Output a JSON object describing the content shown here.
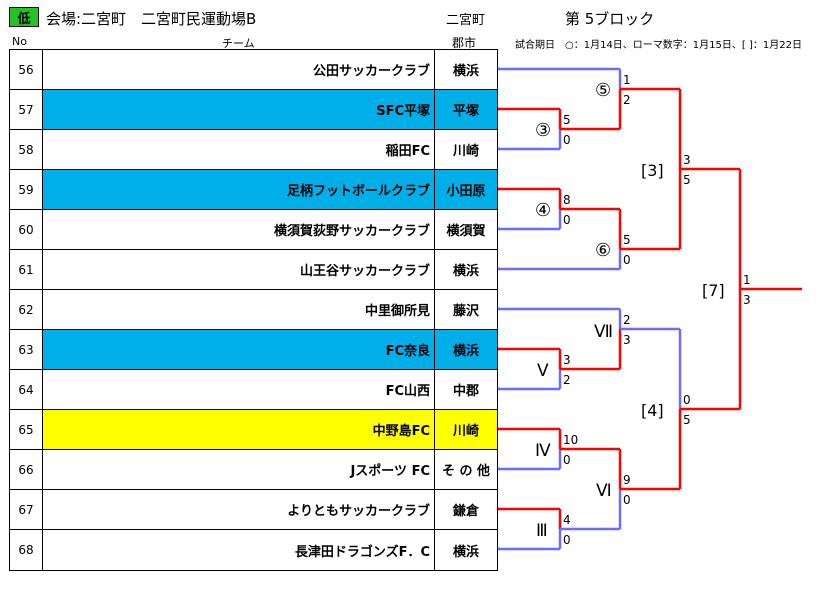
{
  "header": {
    "badge": "低",
    "venue": "会場:二宮町　二宮町民運動場B",
    "town": "二宮町",
    "block": "第 5ブロック",
    "schedule_note": "試合期日　○：1月14日、ローマ数字：1月15日、[ ]：1月22日"
  },
  "columns": {
    "no": "No",
    "team": "チーム",
    "city": "郡市"
  },
  "colors": {
    "blue_highlight": "#00aee8",
    "yellow_highlight": "#ffff00",
    "winner_line": "#ff0000",
    "loser_line": "#6c6cff",
    "badge": "#22c322"
  },
  "teams": [
    {
      "no": "56",
      "name": "公田サッカークラブ",
      "city": "横浜",
      "hl": ""
    },
    {
      "no": "57",
      "name": "SFC平塚",
      "city": "平塚",
      "hl": "blue"
    },
    {
      "no": "58",
      "name": "稲田FC",
      "city": "川崎",
      "hl": ""
    },
    {
      "no": "59",
      "name": "足柄フットボールクラブ",
      "city": "小田原",
      "hl": "blue"
    },
    {
      "no": "60",
      "name": "横須賀荻野サッカークラブ",
      "city": "横須賀",
      "hl": ""
    },
    {
      "no": "61",
      "name": "山王谷サッカークラブ",
      "city": "横浜",
      "hl": ""
    },
    {
      "no": "62",
      "name": "中里御所見",
      "city": "藤沢",
      "hl": ""
    },
    {
      "no": "63",
      "name": "FC奈良",
      "city": "横浜",
      "hl": "blue"
    },
    {
      "no": "64",
      "name": "FC山西",
      "city": "中郡",
      "hl": ""
    },
    {
      "no": "65",
      "name": "中野島FC",
      "city": "川崎",
      "hl": "yellow"
    },
    {
      "no": "66",
      "name": "Jスポーツ FC",
      "city": "そ の 他",
      "hl": ""
    },
    {
      "no": "67",
      "name": "よりともサッカークラブ",
      "city": "鎌倉",
      "hl": ""
    },
    {
      "no": "68",
      "name": "長津田ドラゴンズF．C",
      "city": "横浜",
      "hl": ""
    }
  ],
  "bracket": {
    "match_labels": [
      "⑤",
      "③",
      "④",
      "⑥",
      "[3]",
      "Ⅶ",
      "Ⅴ",
      "Ⅳ",
      "Ⅵ",
      "Ⅲ",
      "[4]",
      "[7]"
    ],
    "scores": [
      "1",
      "2",
      "5",
      "0",
      "8",
      "0",
      "5",
      "0",
      "3",
      "5",
      "2",
      "3",
      "3",
      "2",
      "10",
      "0",
      "9",
      "0",
      "4",
      "0",
      "0",
      "5",
      "1",
      "3"
    ]
  }
}
